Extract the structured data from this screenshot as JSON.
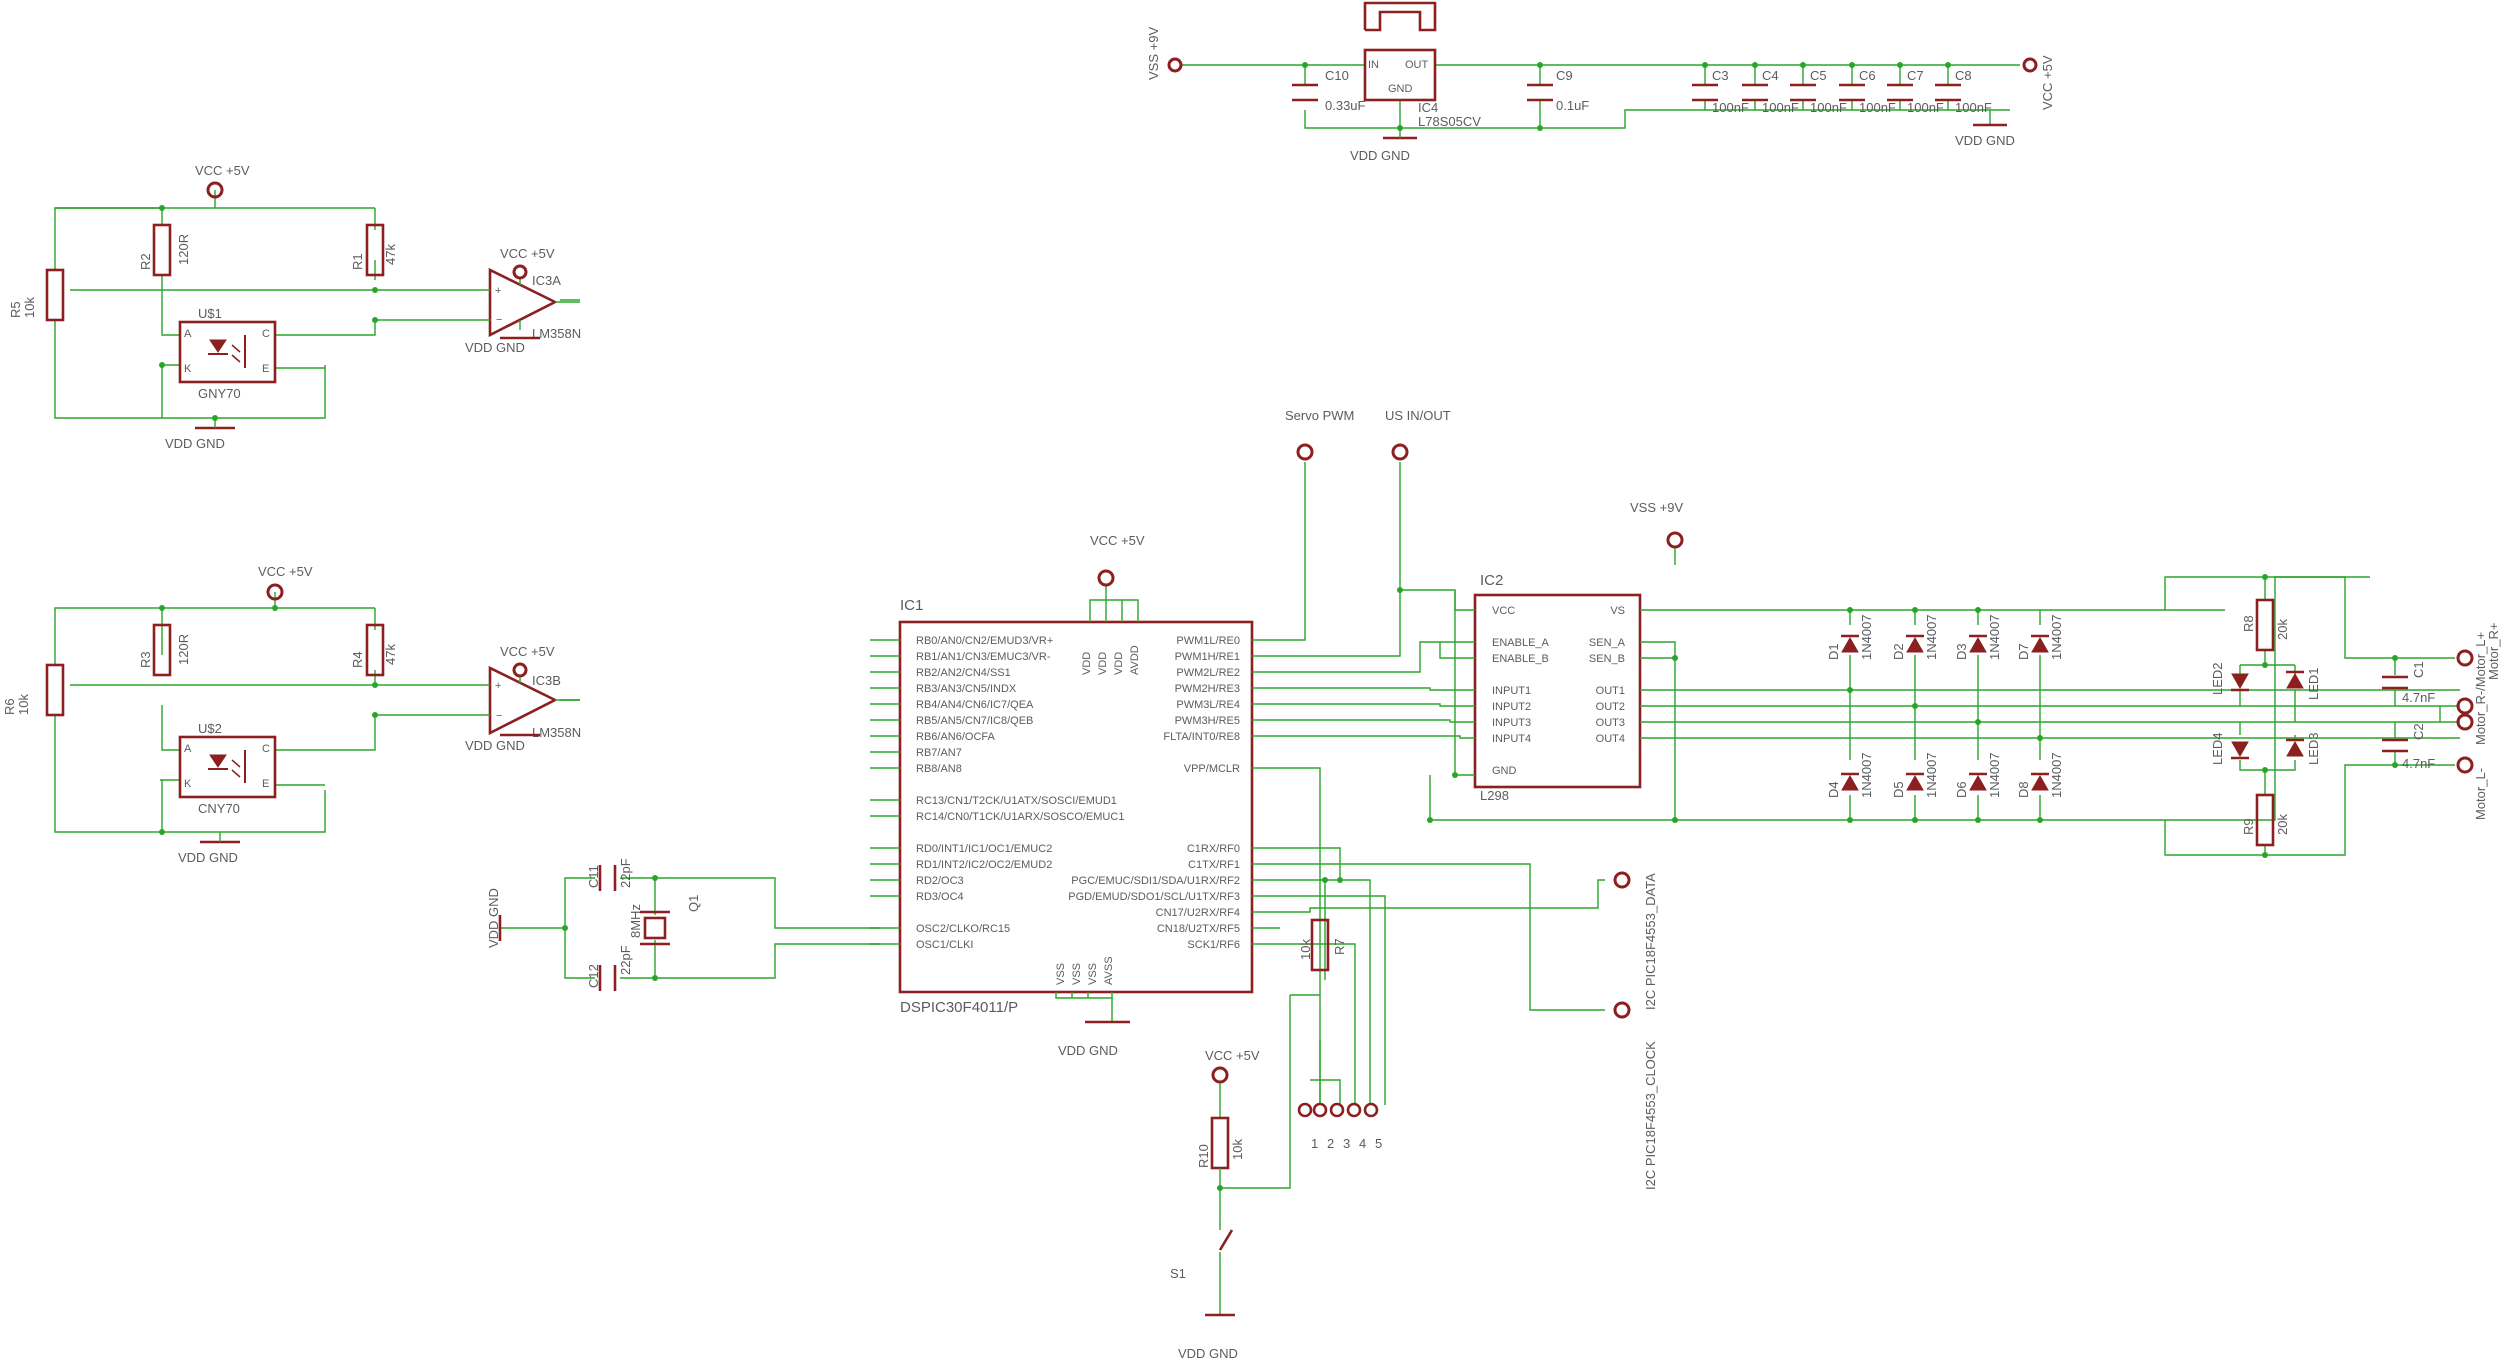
{
  "regulator": {
    "vss_label": "VSS +9V",
    "vcc_label": "VCC +5V",
    "gnd_label": "VDD GND",
    "gnd_label2": "VDD GND",
    "ic4_name": "IC4",
    "ic4_value": "L78S05CV",
    "ic4_in": "IN",
    "ic4_out": "OUT",
    "ic4_gnd": "GND",
    "c10": "C10",
    "c10_val": "0.33uF",
    "c9": "C9",
    "c9_val": "0.1uF",
    "caps": [
      {
        "name": "C3",
        "val": "100nF"
      },
      {
        "name": "C4",
        "val": "100nF"
      },
      {
        "name": "C5",
        "val": "100nF"
      },
      {
        "name": "C6",
        "val": "100nF"
      },
      {
        "name": "C7",
        "val": "100nF"
      },
      {
        "name": "C8",
        "val": "100nF"
      }
    ]
  },
  "sensor_a": {
    "vcc1": "VCC +5V",
    "vcc2": "VCC +5V",
    "gnd1": "VDD GND",
    "gnd2": "VDD GND",
    "r5": "R5",
    "r5_val": "10k",
    "r2": "R2",
    "r2_val": "120R",
    "r1": "R1",
    "r1_val": "47k",
    "us": "U$1",
    "us_val": "GNY70",
    "ic": "IC3A",
    "ic_val": "LM358N",
    "a": "A",
    "k": "K",
    "c": "C",
    "e": "E"
  },
  "sensor_b": {
    "vcc1": "VCC +5V",
    "vcc2": "VCC +5V",
    "gnd1": "VDD GND",
    "gnd2": "VDD GND",
    "r6": "R6",
    "r6_val": "10k",
    "r3": "R3",
    "r3_val": "120R",
    "r4": "R4",
    "r4_val": "47k",
    "us": "U$2",
    "us_val": "CNY70",
    "ic": "IC3B",
    "ic_val": "LM358N",
    "a": "A",
    "k": "K",
    "c": "C",
    "e": "E"
  },
  "mcu": {
    "name": "IC1",
    "value": "DSPIC30F4011/P",
    "vcc": "VCC +5V",
    "gnd": "VDD GND",
    "left_pins_a": [
      "RB0/AN0/CN2/EMUD3/VR+",
      "RB1/AN1/CN3/EMUC3/VR-",
      "RB2/AN2/CN4/SS1",
      "RB3/AN3/CN5/INDX",
      "RB4/AN4/CN6/IC7/QEA",
      "RB5/AN5/CN7/IC8/QEB",
      "RB6/AN6/OCFA",
      "RB7/AN7",
      "RB8/AN8"
    ],
    "left_pins_b": [
      "RC13/CN1/T2CK/U1ATX/SOSCI/EMUD1",
      "RC14/CN0/T1CK/U1ARX/SOSCO/EMUC1"
    ],
    "left_pins_c": [
      "RD0/INT1/IC1/OC1/EMUC2",
      "RD1/INT2/IC2/OC2/EMUD2",
      "RD2/OC3",
      "RD3/OC4"
    ],
    "left_pins_d": [
      "OSC2/CLKO/RC15",
      "OSC1/CLKI"
    ],
    "right_pins_a": [
      "PWM1L/RE0",
      "PWM1H/RE1",
      "PWM2L/RE2",
      "PWM2H/RE3",
      "PWM3L/RE4",
      "PWM3H/RE5",
      "FLTA/INT0/RE8"
    ],
    "right_pin_vpp": "VPP/MCLR",
    "right_pins_b": [
      "C1RX/RF0",
      "C1TX/RF1",
      "PGC/EMUC/SDI1/SDA/U1RX/RF2",
      "PGD/EMUD/SDO1/SCL/U1TX/RF3",
      "CN17/U2RX/RF4",
      "CN18/U2TX/RF5",
      "SCK1/RF6"
    ],
    "top_pins": [
      "VDD",
      "VDD",
      "VDD",
      "AVDD"
    ],
    "bottom_pins": [
      "VSS",
      "VSS",
      "VSS",
      "AVSS"
    ]
  },
  "osc": {
    "gnd": "VDD GND",
    "c11": "C11",
    "c11_val": "22pF",
    "c12": "C12",
    "c12_val": "22pF",
    "q1": "Q1",
    "q1_val": "8MHz"
  },
  "driver": {
    "name": "IC2",
    "value": "L298",
    "vss": "VSS +9V",
    "servo": "Servo PWM",
    "us": "US IN/OUT",
    "left_pins": [
      "VCC",
      "ENABLE_A",
      "ENABLE_B",
      "INPUT1",
      "INPUT2",
      "INPUT3",
      "INPUT4",
      "GND"
    ],
    "right_pins": [
      "VS",
      "SEN_A",
      "SEN_B",
      "OUT1",
      "OUT2",
      "OUT3",
      "OUT4"
    ]
  },
  "diodes": [
    {
      "name": "D1",
      "val": "1N4007"
    },
    {
      "name": "D2",
      "val": "1N4007"
    },
    {
      "name": "D3",
      "val": "1N4007"
    },
    {
      "name": "D7",
      "val": "1N4007"
    },
    {
      "name": "D4",
      "val": "1N4007"
    },
    {
      "name": "D5",
      "val": "1N4007"
    },
    {
      "name": "D6",
      "val": "1N4007"
    },
    {
      "name": "D8",
      "val": "1N4007"
    }
  ],
  "motor": {
    "r8": "R8",
    "r8_val": "20k",
    "r9": "R9",
    "r9_val": "20k",
    "led1": "LED1",
    "led2": "LED2",
    "led3": "LED3",
    "led4": "LED4",
    "c1": "C1",
    "c1_val": "4.7nF",
    "c2": "C2",
    "c2_val": "4.7nF",
    "conn_top": "Motor_R+",
    "conn_mid": "Motor_R-/Motor_L+",
    "conn_bot": "Motor_L-"
  },
  "misc": {
    "i2c_data": "I2C PIC18F4553_DATA",
    "i2c_clock": "I2C PIC18F4553_CLOCK",
    "r7": "R7",
    "r7_val": "10k",
    "r10": "R10",
    "r10_val": "10k",
    "s1": "S1",
    "vcc": "VCC +5V",
    "gnd": "VDD GND",
    "header_pins": [
      "1",
      "2",
      "3",
      "4",
      "5"
    ]
  }
}
